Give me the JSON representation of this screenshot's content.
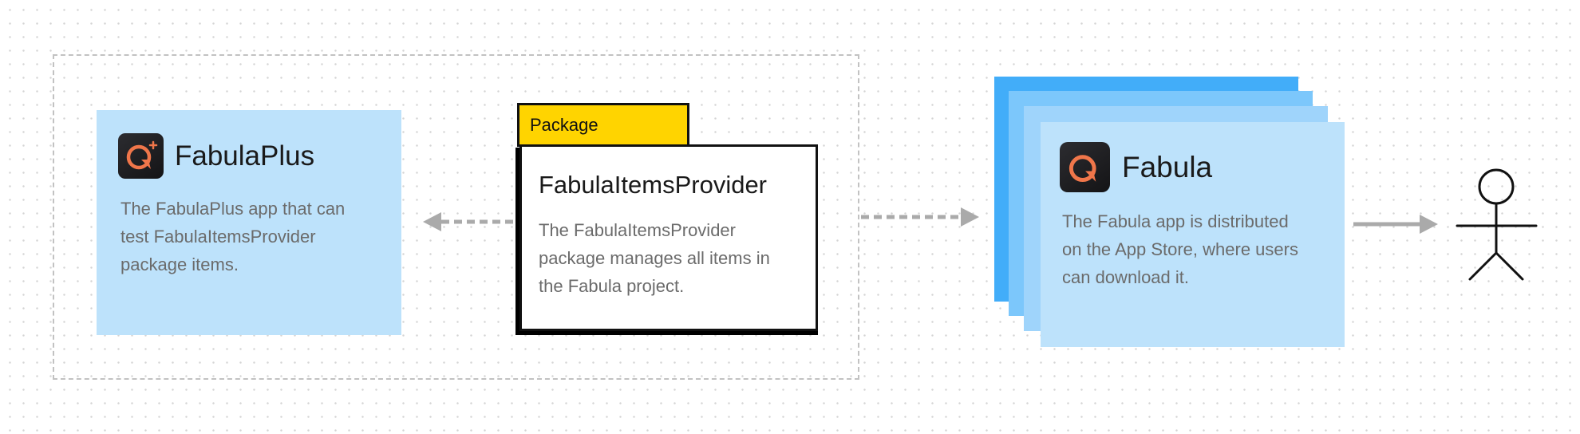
{
  "diagram": {
    "fabula_plus": {
      "title": "FabulaPlus",
      "description_lines": [
        "The FabulaPlus app that can",
        "test FabulaItemsProvider",
        "package items."
      ]
    },
    "package": {
      "tab_label": "Package",
      "title": "FabulaItemsProvider",
      "description_lines": [
        "The FabulaItemsProvider",
        "package manages all items in",
        "the Fabula project."
      ]
    },
    "fabula": {
      "title": "Fabula",
      "description_lines": [
        "The Fabula app is distributed",
        "on the App Store, where users",
        "can download it."
      ]
    },
    "colors": {
      "card_fill": "#bde2fb",
      "stack_back": "#42adf9",
      "package_tab": "#ffd400",
      "connector": "#aaaaaa",
      "icon_accent": "#f0764a"
    }
  }
}
